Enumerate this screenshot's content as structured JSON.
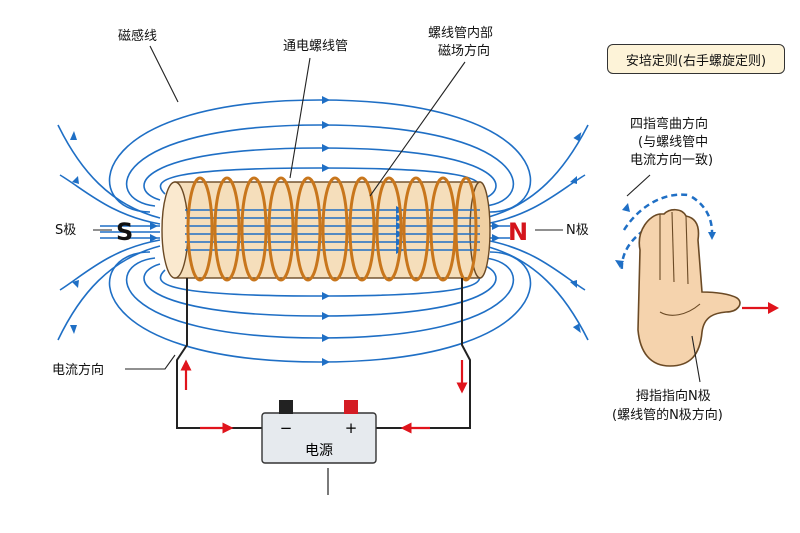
{
  "labels": {
    "field_lines": "磁感线",
    "energized_solenoid": "通电螺线管",
    "inner_field_1": "螺线管内部",
    "inner_field_2": "磁场方向",
    "s_pole_label": "S极",
    "s_letter": "S",
    "n_letter": "N",
    "n_pole_label": "N极",
    "current_dir": "电流方向",
    "battery_minus": "−",
    "battery_plus": "+",
    "power_source": "电源"
  },
  "rule": {
    "title": "安培定则(右手螺旋定则)",
    "fingers_1": "四指弯曲方向",
    "fingers_2": "(与螺线管中",
    "fingers_3": "电流方向一致)",
    "thumb_1": "拇指指向N极",
    "thumb_2": "(螺线管的N极方向)"
  },
  "colors": {
    "field": "#1f6fc5",
    "coil": "#c8761c",
    "tube": "#f5debb",
    "current": "#e0141c",
    "n_pole": "#d4141c",
    "rule_bg": "#fdf3d8",
    "hand": "#f5d3ad"
  }
}
